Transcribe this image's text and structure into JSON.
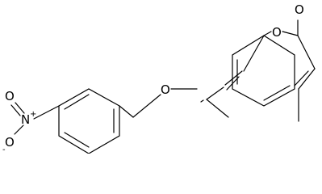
{
  "molecule": {
    "atom_labels": {
      "lactone_o": "O",
      "carbonyl_o": "O",
      "ether_o": "O",
      "nitro_n": "N",
      "nitro_n_charge": "+",
      "nitro_o_top": "O",
      "nitro_o_bottom": "O",
      "nitro_o_bottom_charge": "-"
    }
  }
}
